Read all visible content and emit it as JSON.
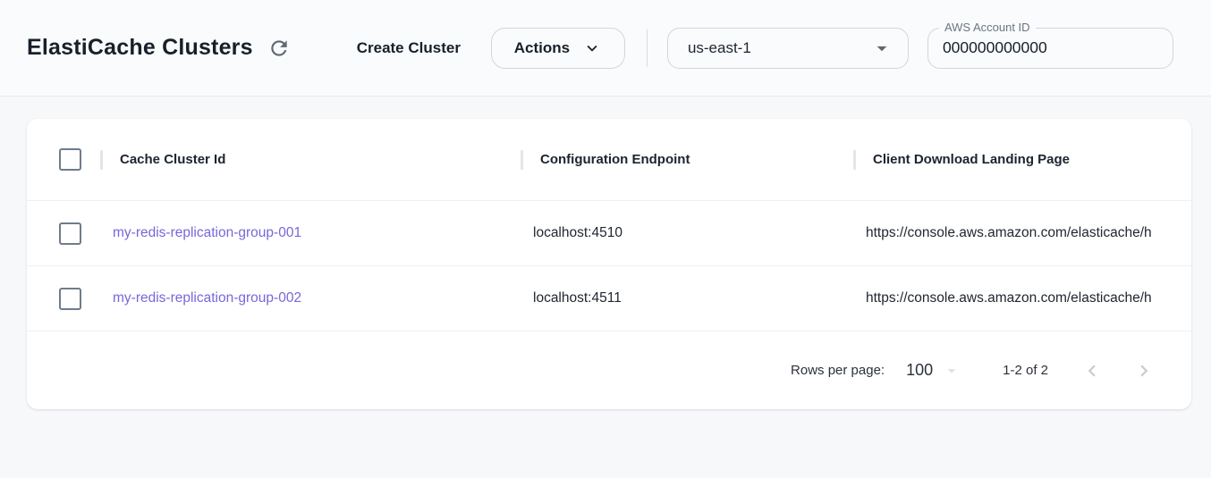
{
  "header": {
    "title": "ElastiCache Clusters",
    "create_cluster_label": "Create Cluster",
    "actions_label": "Actions",
    "region": {
      "selected": "us-east-1"
    },
    "account_id": {
      "label": "AWS Account ID",
      "value": "000000000000"
    }
  },
  "table": {
    "columns": {
      "cache_cluster_id": "Cache Cluster Id",
      "configuration_endpoint": "Configuration Endpoint",
      "client_download_landing_page": "Client Download Landing Page"
    },
    "rows": [
      {
        "cache_cluster_id": "my-redis-replication-group-001",
        "configuration_endpoint": "localhost:4510",
        "client_download_landing_page": "https://console.aws.amazon.com/elasticache/h"
      },
      {
        "cache_cluster_id": "my-redis-replication-group-002",
        "configuration_endpoint": "localhost:4511",
        "client_download_landing_page": "https://console.aws.amazon.com/elasticache/h"
      }
    ]
  },
  "pagination": {
    "rows_per_page_label": "Rows per page:",
    "rows_per_page_value": "100",
    "range_label": "1-2 of 2"
  },
  "icons": {
    "refresh": "clockwise-circular-arrow",
    "chevron_down": "expand-more",
    "dropdown_arrow": "filled-triangle-down",
    "chevron_left": "page-previous",
    "chevron_right": "page-next"
  },
  "colors": {
    "link": "#7668d8",
    "icon_slate": "#5d6875",
    "disabled_icon": "#c7cacf",
    "topbar_bg": "#fafbfc",
    "page_bg": "#f7f8fa",
    "card_bg": "#ffffff"
  }
}
